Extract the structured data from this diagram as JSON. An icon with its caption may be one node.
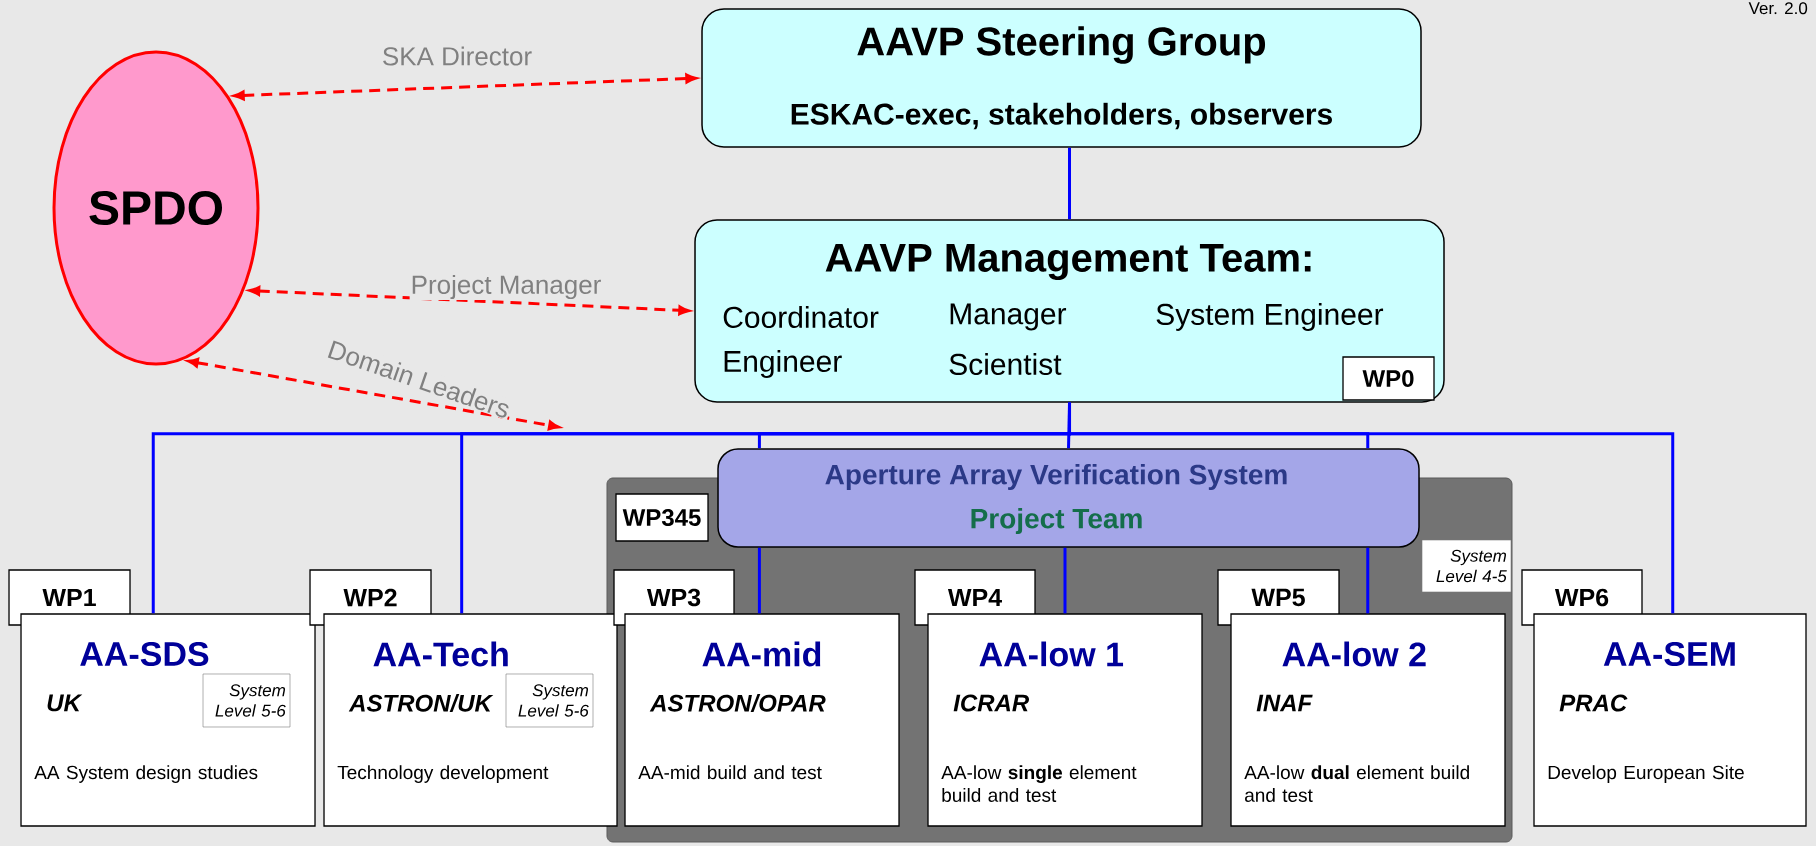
{
  "diagram": {
    "nodes": [
      {
        "text": [
          "SPDO"
        ]
      },
      {
        "text": [
          "AAVP Steering Group",
          "ESKAC-exec, stakeholders, observers"
        ]
      },
      {
        "text": [
          "AAVP Management Team:",
          "Coordinator",
          "Manager",
          "System Engineer",
          "Engineer",
          "Scientist"
        ]
      },
      {
        "text": [
          "WP0"
        ],
        "in": 2
      },
      {
        "text": [],
        "shape": "box"
      },
      {
        "text": [
          "WP345"
        ],
        "in": 4
      },
      {
        "text": [
          "Aperture Array Verification System",
          "Project Team"
        ]
      },
      {
        "text": [
          "System Level 4-5"
        ],
        "in": 4
      },
      {
        "text": [
          "WP1"
        ]
      },
      {
        "text": [
          "AA-SDS",
          "UK",
          "AA System design studies"
        ]
      },
      {
        "text": [
          "System Level 5-6"
        ],
        "in": 9
      },
      {
        "text": [
          "WP2"
        ]
      },
      {
        "text": [
          "AA-Tech",
          "ASTRON/UK",
          "Technology development"
        ]
      },
      {
        "text": [
          "System Level 5-6"
        ],
        "in": 12
      },
      {
        "text": [
          "WP3"
        ],
        "in": 4
      },
      {
        "text": [
          "AA-mid",
          "ASTRON/OPAR",
          "AA-mid build and test"
        ],
        "in": 4
      },
      {
        "text": [
          "WP4"
        ],
        "in": 4
      },
      {
        "text": [
          "AA-low 1",
          "ICRAR",
          "AA-low **single** element build and test"
        ],
        "in": 4
      },
      {
        "text": [
          "WP5"
        ],
        "in": 4
      },
      {
        "text": [
          "AA-low 2",
          "INAF",
          "AA-low **dual** element build and test"
        ],
        "in": 4
      },
      {
        "text": [
          "WP6"
        ]
      },
      {
        "text": [
          "AA-SEM",
          "PRAC",
          "Develop European Site"
        ]
      }
    ],
    "edges": [
      {
        "from": 0,
        "to": 1,
        "arrow": "both",
        "label": "SKA Director",
        "style": "dashed",
        "color": "#ff0000"
      },
      {
        "from": 0,
        "to": 2,
        "arrow": "both",
        "label": "Project Manager",
        "style": "dashed",
        "color": "#ff0000"
      },
      {
        "from": 0,
        "to": null,
        "arrow": "both",
        "label": "Domain Leaders",
        "style": "dashed",
        "color": "#ff0000"
      },
      {
        "from": 1,
        "to": 2,
        "arrow": "none"
      },
      {
        "from": 2,
        "to": 9,
        "arrow": "none"
      },
      {
        "from": 2,
        "to": 12,
        "arrow": "none"
      },
      {
        "from": 2,
        "to": 6,
        "arrow": "none"
      },
      {
        "from": 2,
        "to": 21,
        "arrow": "none"
      },
      {
        "from": 6,
        "to": 15,
        "arrow": "none"
      },
      {
        "from": 6,
        "to": 17,
        "arrow": "none"
      },
      {
        "from": 6,
        "to": 19,
        "arrow": "none"
      },
      {
        "from": 2,
        "to": 6,
        "arrow": "none"
      },
      {
        "from": 2,
        "to": 6,
        "arrow": "none"
      }
    ],
    "labels": [
      "Ver. 2.0"
    ]
  }
}
